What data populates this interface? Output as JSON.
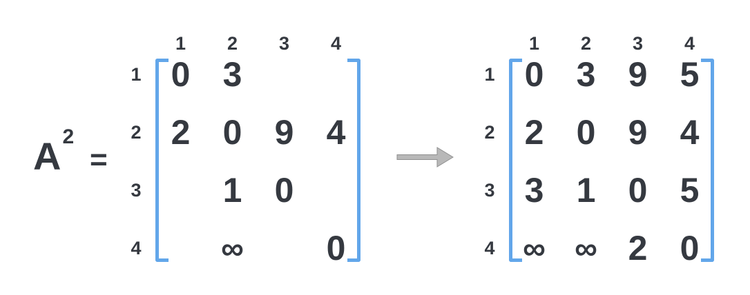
{
  "equation": {
    "base": "A",
    "exponent": "2",
    "equals": "="
  },
  "colors": {
    "background": "#ffffff",
    "text": "#353940",
    "bracket": "#62a6ea",
    "arrow": "#b8b8b8",
    "arrow_stroke": "#8f8f8f"
  },
  "arrow": {
    "icon": "right-arrow-icon",
    "direction": "right"
  },
  "matrices": [
    {
      "id": "before",
      "col_headers": [
        "1",
        "2",
        "3",
        "4"
      ],
      "row_headers": [
        "1",
        "2",
        "3",
        "4"
      ],
      "rows": [
        [
          "0",
          "3",
          "",
          ""
        ],
        [
          "2",
          "0",
          "9",
          "4"
        ],
        [
          "",
          "1",
          "0",
          ""
        ],
        [
          "",
          "∞",
          "",
          "0"
        ]
      ]
    },
    {
      "id": "after",
      "col_headers": [
        "1",
        "2",
        "3",
        "4"
      ],
      "row_headers": [
        "1",
        "2",
        "3",
        "4"
      ],
      "rows": [
        [
          "0",
          "3",
          "9",
          "5"
        ],
        [
          "2",
          "0",
          "9",
          "4"
        ],
        [
          "3",
          "1",
          "0",
          "5"
        ],
        [
          "∞",
          "∞",
          "2",
          "0"
        ]
      ]
    }
  ]
}
